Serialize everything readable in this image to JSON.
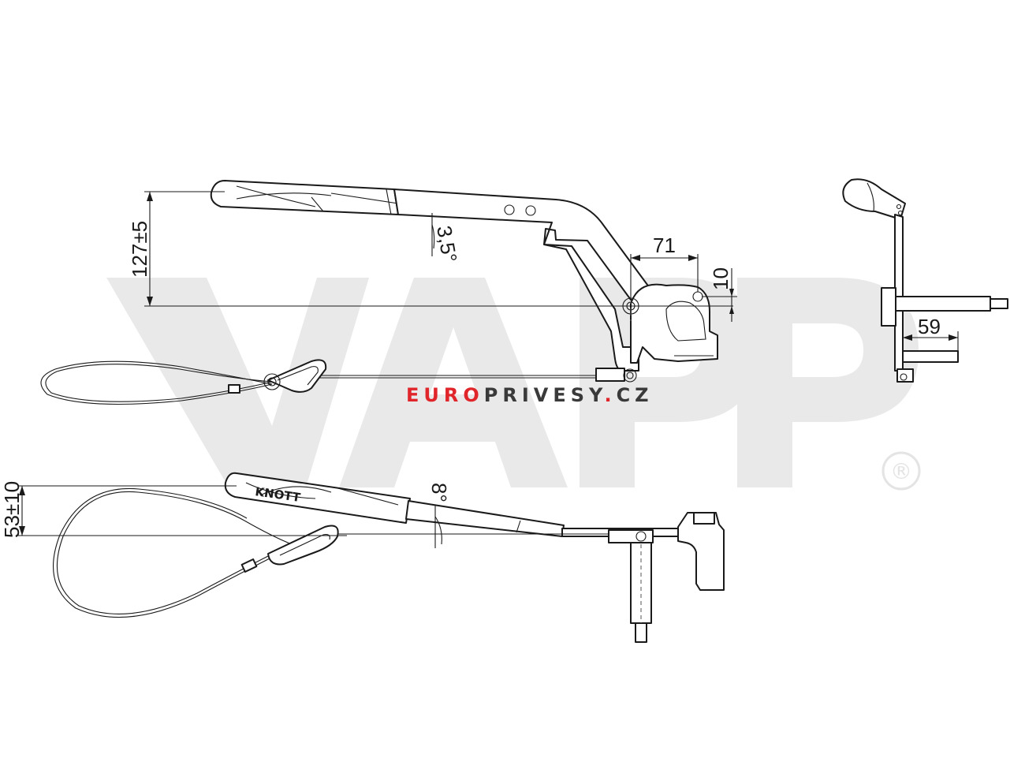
{
  "watermark": {
    "letters": "VAPP",
    "registered_symbol": "®",
    "color": "#e9e9e9"
  },
  "brand": {
    "part_red": "EURO",
    "part_dark": "PRIVESY",
    "part_dot": ".",
    "part_tld": "CZ",
    "red_color": "#e0262b",
    "dark_color": "#3a3a3a"
  },
  "handle_logo": "KNOTT",
  "dimensions": {
    "height_main": "127±5",
    "angle_top": "3,5°",
    "offset_71": "71",
    "offset_10": "10",
    "offset_59": "59",
    "height_bottom": "53±10",
    "angle_bottom": "8°"
  }
}
